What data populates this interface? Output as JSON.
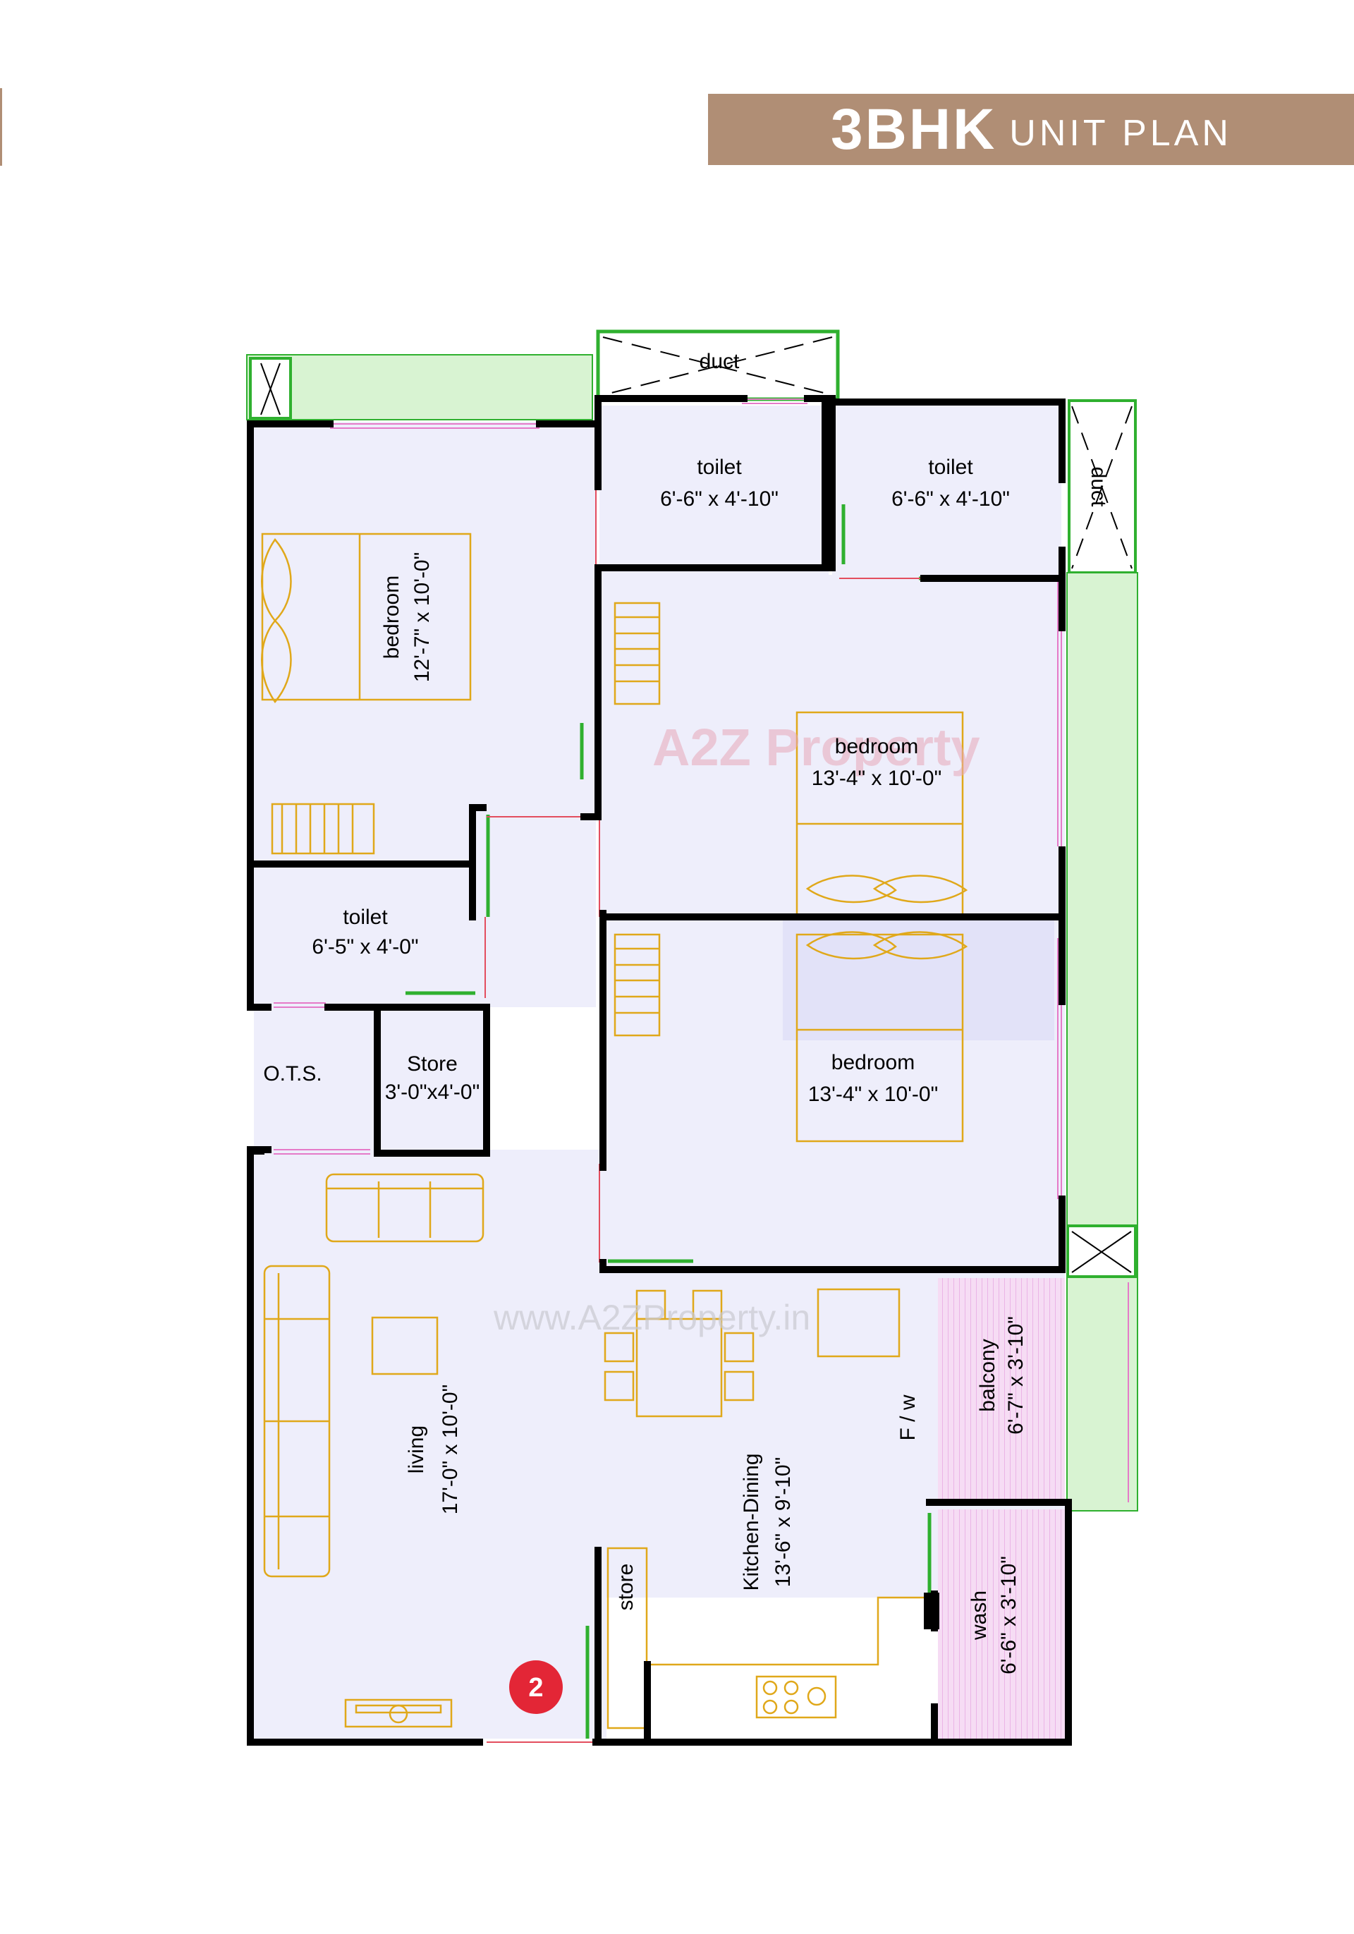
{
  "header": {
    "title_main": "3BHK",
    "title_sub": "UNIT PLAN"
  },
  "colors": {
    "banner": "#b08e75",
    "floor": "#eeeefb",
    "wall": "#000000",
    "outdoor": "#d8f3d2",
    "furniture": "#e0a81a",
    "door": "#2fb02f",
    "wet_area": "#f1c9ef",
    "marker": "#e32636"
  },
  "rooms": {
    "bedroom_left": {
      "name": "bedroom",
      "size": "12'-7\" x 10'-0\""
    },
    "toilet_top_left": {
      "name": "toilet",
      "size": "6'-6\" x 4'-10\""
    },
    "toilet_top_right": {
      "name": "toilet",
      "size": "6'-6\" x 4'-10\""
    },
    "bedroom_middle": {
      "name": "bedroom",
      "size": "13'-4\" x 10'-0\""
    },
    "bedroom_lower": {
      "name": "bedroom",
      "size": "13'-4\" x 10'-0\""
    },
    "toilet_left": {
      "name": "toilet",
      "size": "6'-5\" x 4'-0\""
    },
    "store": {
      "name": "Store",
      "size": "3'-0\"x4'-0\""
    },
    "living": {
      "name": "living",
      "size": "17'-0\" x 10'-0\""
    },
    "kitchen": {
      "name": "Kitchen-Dining",
      "size": "13'-6\" x 9'-10\""
    },
    "balcony": {
      "name": "balcony",
      "size": "6'-7\" x 3'-10\""
    },
    "wash": {
      "name": "wash",
      "size": "6'-6\" x 3'-10\""
    }
  },
  "labels": {
    "ots": "O.T.S.",
    "duct_top": "duct",
    "duct_right": "duct",
    "fw": "F / w",
    "kitchen_store": "store",
    "marker_number": "2"
  },
  "watermarks": {
    "logo": "A2Z Property",
    "url": "www.A2ZProperty.in"
  }
}
